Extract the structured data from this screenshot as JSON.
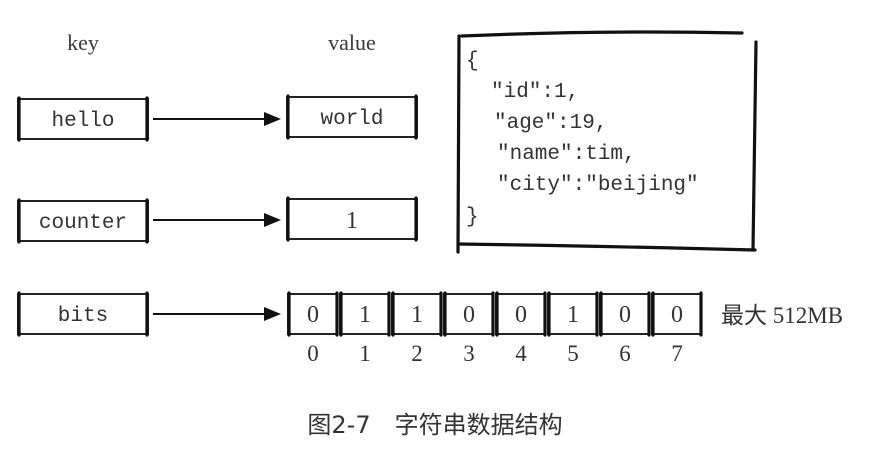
{
  "headers": {
    "key": "key",
    "value": "value"
  },
  "rows": [
    {
      "key": "hello",
      "value": "world"
    },
    {
      "key": "counter",
      "value": "1"
    },
    {
      "key": "bits"
    }
  ],
  "json_object": {
    "open_brace": "{",
    "lines": [
      "\"id\":1,",
      "\"age\":19,",
      "\"name\":tim,",
      "\"city\":\"beijing\""
    ],
    "close_brace": "}"
  },
  "bits": {
    "values": [
      "0",
      "1",
      "1",
      "0",
      "0",
      "1",
      "0",
      "0"
    ],
    "indices": [
      "0",
      "1",
      "2",
      "3",
      "4",
      "5",
      "6",
      "7"
    ],
    "max_label": "最大 512MB"
  },
  "caption": "图2-7　字符串数据结构"
}
